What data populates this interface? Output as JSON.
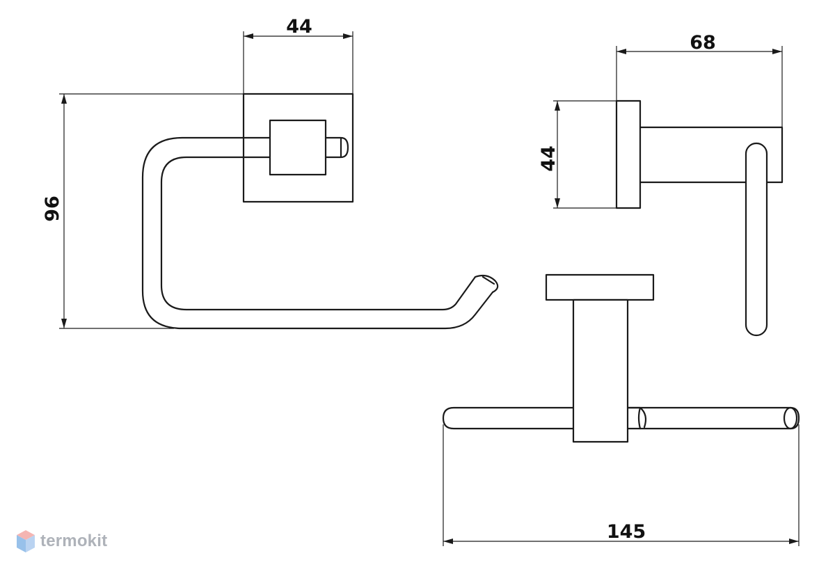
{
  "dimensions": {
    "front_width": "44",
    "front_height": "96",
    "side_depth": "68",
    "side_height": "44",
    "top_length": "145"
  },
  "watermark": {
    "text": "termokit",
    "icon": "hexagon-logo-icon",
    "colors": {
      "top": "#f2a3a0",
      "left": "#7fb2e5",
      "right": "#a9c9ee"
    }
  }
}
